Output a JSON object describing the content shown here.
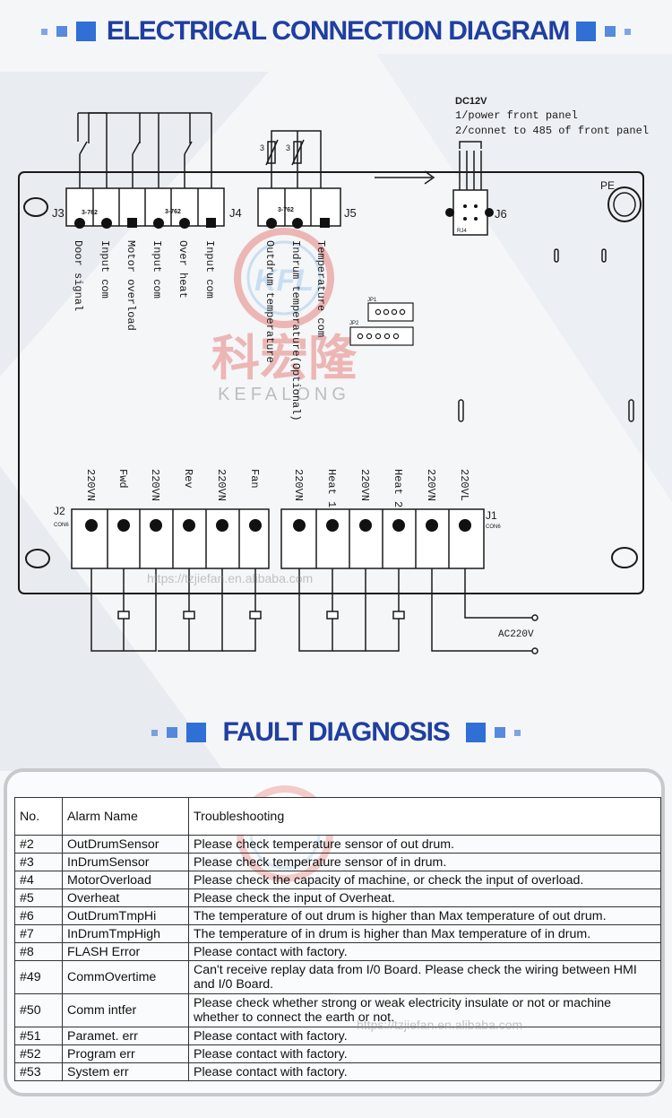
{
  "header_top": {
    "title": "ELECTRICAL CONNECTION DIAGRAM"
  },
  "header_fault": {
    "title": "FAULT DIAGNOSIS"
  },
  "diagram": {
    "dc_title": "DC12V",
    "dc_line1": "1/power front panel",
    "dc_line2": "2/connet to 485 of front panel",
    "pe": "PE",
    "ac": "AC220V",
    "connectors": {
      "j1": "J1",
      "j2": "J2",
      "j3": "J3",
      "j4": "J4",
      "j5": "J5",
      "j6": "J6",
      "jp1": "JP1",
      "jp2": "JP2",
      "cn6a": "CON6",
      "cn6b": "CON6",
      "rj": "RJ4"
    },
    "part_codes": {
      "j3": "3-762",
      "j4": "3-762",
      "j5": "3-762"
    },
    "top_labels": [
      "Door signal",
      "Input com",
      "Motor overload",
      "Input com",
      "Over heat",
      "Input com",
      "Outdrum temperature",
      "Indrum temperature(Optional)",
      "Temperature com"
    ],
    "bottom_labels": [
      "220VN",
      "Fwd",
      "220VN",
      "Rev",
      "220VN",
      "Fan",
      "220VN",
      "Heat 1",
      "220VN",
      "Heat 2",
      "220VN",
      "220VL"
    ],
    "logo_cn": "科宏隆",
    "logo_en": "KEFALONG",
    "logo_mark": "KFL",
    "watermark": "https://tzjiefan.en.alibaba.com"
  },
  "fault_table": {
    "headers": [
      "No.",
      "Alarm Name",
      "Troubleshooting"
    ],
    "rows": [
      [
        "#2",
        "OutDrumSensor",
        "Please check temperature sensor of out drum."
      ],
      [
        "#3",
        "InDrumSensor",
        "Please check temperature sensor of in drum."
      ],
      [
        "#4",
        "MotorOverload",
        "Please check the capacity of machine, or check the input of overload."
      ],
      [
        "#5",
        "Overheat",
        "Please check the input of Overheat."
      ],
      [
        "#6",
        "OutDrumTmpHi",
        "The temperature of out drum is higher than Max temperature of out drum."
      ],
      [
        "#7",
        "InDrumTmpHigh",
        "The temperature of in drum is higher than Max temperature of in drum."
      ],
      [
        "#8",
        "FLASH Error",
        "Please contact with factory."
      ],
      [
        "#49",
        "CommOvertime",
        "Can't receive replay data from I/0 Board. Please check the wiring between HMI and I/0 Board."
      ],
      [
        "#50",
        "Comm intfer",
        "Please check whether strong or weak electricity insulate or not or machine whether to connect the earth or not."
      ],
      [
        "#51",
        "Paramet. err",
        "Please contact with factory."
      ],
      [
        "#52",
        "Program err",
        "Please contact with factory."
      ],
      [
        "#53",
        "System err",
        "Please contact with factory."
      ]
    ],
    "watermark": "https://tzjiefan.en.alibaba.com"
  },
  "colors": {
    "heading": "#1f3fa0",
    "accent_square": "#2f6fd6",
    "line": "#1a1a1a",
    "logo_red": "#e0403a"
  }
}
